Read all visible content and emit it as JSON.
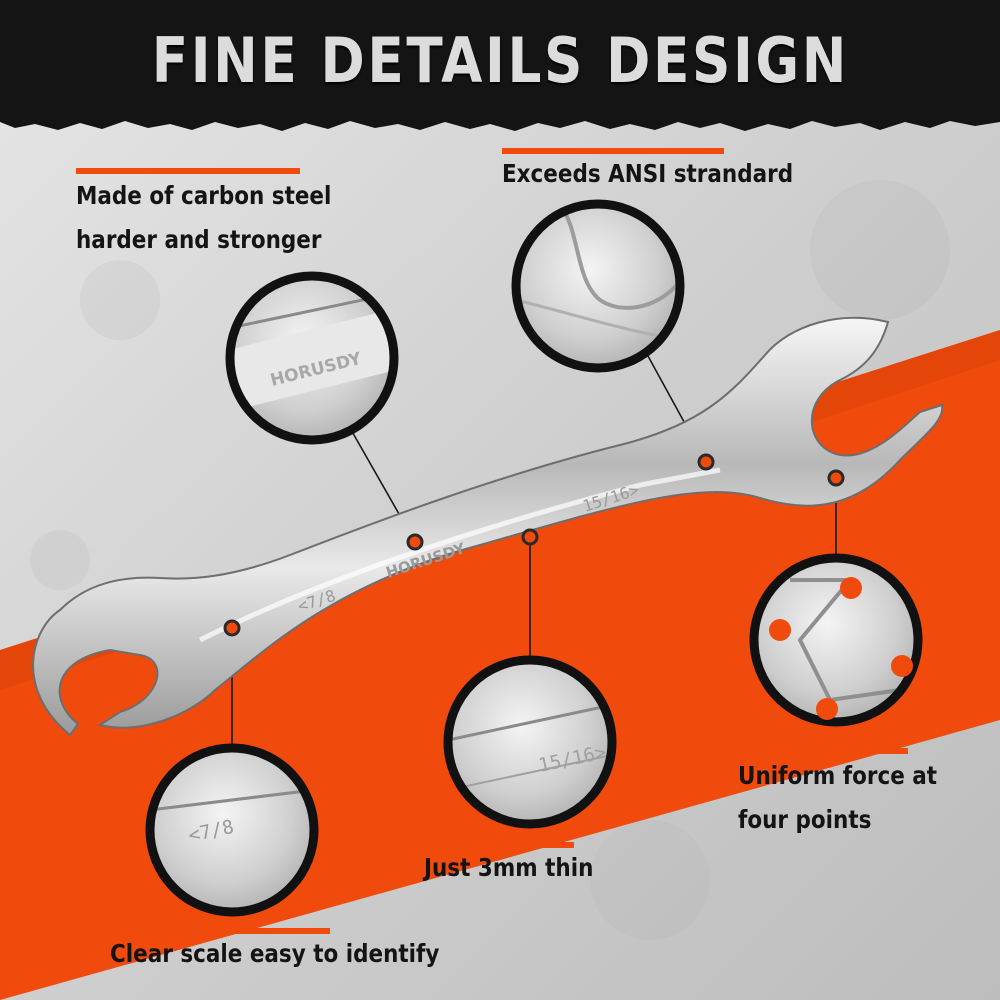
{
  "header": {
    "title": "FINE DETAILS DESIGN"
  },
  "brand": {
    "name": "HORUSDY"
  },
  "wrench": {
    "left_size": "<7/8",
    "right_size": "15/16>"
  },
  "callouts": [
    {
      "lines": [
        "Made of carbon steel",
        "harder and stronger"
      ]
    },
    {
      "lines": [
        "Exceeds ANSI strandard"
      ]
    },
    {
      "lines": [
        "Uniform force at",
        "four points"
      ]
    },
    {
      "lines": [
        "Just 3mm thin"
      ]
    },
    {
      "lines": [
        "Clear scale easy to identify"
      ]
    }
  ],
  "colors": {
    "accent": "#f04a0c",
    "header_bg": "#141414",
    "paper": "#d2d2d2",
    "chrome": "#c9c9c9"
  }
}
